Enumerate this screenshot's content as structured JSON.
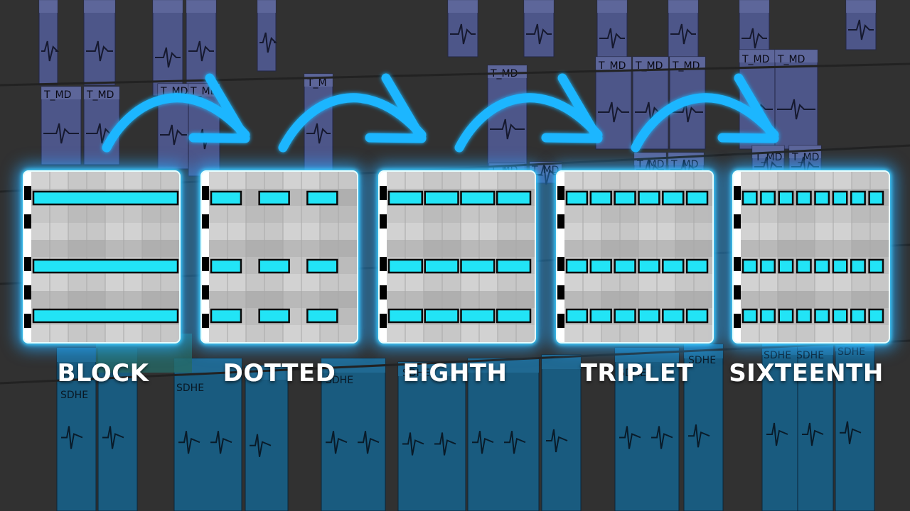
{
  "colors": {
    "note_fill": "#22e4f6",
    "note_border": "#0a0a0a",
    "glow": "#2aa8ff",
    "arrow": "#1fb6ff",
    "purple_clip": "#5f6aa8",
    "blue_clip": "#1f6f9c"
  },
  "background": {
    "clip_labels_purple": [
      "T_MD",
      "T_MD",
      "T_MD",
      "T_MD",
      "T_M",
      "T_MD",
      "T_MD",
      "T_MD",
      "T_MD",
      "T_MD",
      "T_MD",
      "T_MD",
      "T_MD",
      "T_MD",
      "T_MD"
    ],
    "clip_labels_blue": [
      "SDHE",
      "SDHE",
      "SDHE",
      "SDHE",
      "SDHE",
      "SDHE",
      "SDHE",
      "SDHE",
      "SDHE"
    ]
  },
  "patterns": [
    {
      "label": "BLOCK",
      "notes_per_row": 1,
      "rows": 3
    },
    {
      "label": "DOTTED",
      "notes_per_row": 3,
      "rows": 3
    },
    {
      "label": "EIGHTH",
      "notes_per_row": 4,
      "rows": 3
    },
    {
      "label": "TRIPLET",
      "notes_per_row": 6,
      "rows": 3
    },
    {
      "label": "SIXTEENTH",
      "notes_per_row": 8,
      "rows": 3
    }
  ],
  "arrows": [
    {
      "from": "BLOCK",
      "to": "DOTTED",
      "icon": "curved-arrow-icon"
    },
    {
      "from": "DOTTED",
      "to": "EIGHTH",
      "icon": "curved-arrow-icon"
    },
    {
      "from": "EIGHTH",
      "to": "TRIPLET",
      "icon": "curved-arrow-icon"
    },
    {
      "from": "TRIPLET",
      "to": "SIXTEENTH",
      "icon": "curved-arrow-icon"
    }
  ]
}
